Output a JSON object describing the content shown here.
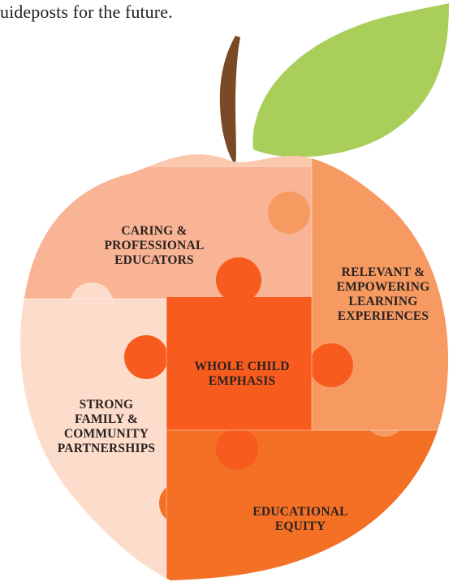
{
  "intro_text": "uideposts for the future.",
  "pieces": {
    "caring": "CARING &\nPROFESSIONAL\nEDUCATORS",
    "relevant": "RELEVANT &\nEMPOWERING\nLEARNING\nEXPERIENCES",
    "whole_child": "WHOLE CHILD\nEMPHASIS",
    "strong": "STRONG\nFAMILY &\nCOMMUNITY\nPARTNERSHIPS",
    "equity": "EDUCATIONAL\nEQUITY"
  },
  "colors": {
    "leaf": "#a9cf5a",
    "stem": "#7a4a26",
    "caring": "#f9b495",
    "relevant": "#f69a62",
    "whole_child": "#f85b1e",
    "strong": "#fcdcca",
    "equity": "#f47025",
    "top": "#fbc7ad"
  }
}
